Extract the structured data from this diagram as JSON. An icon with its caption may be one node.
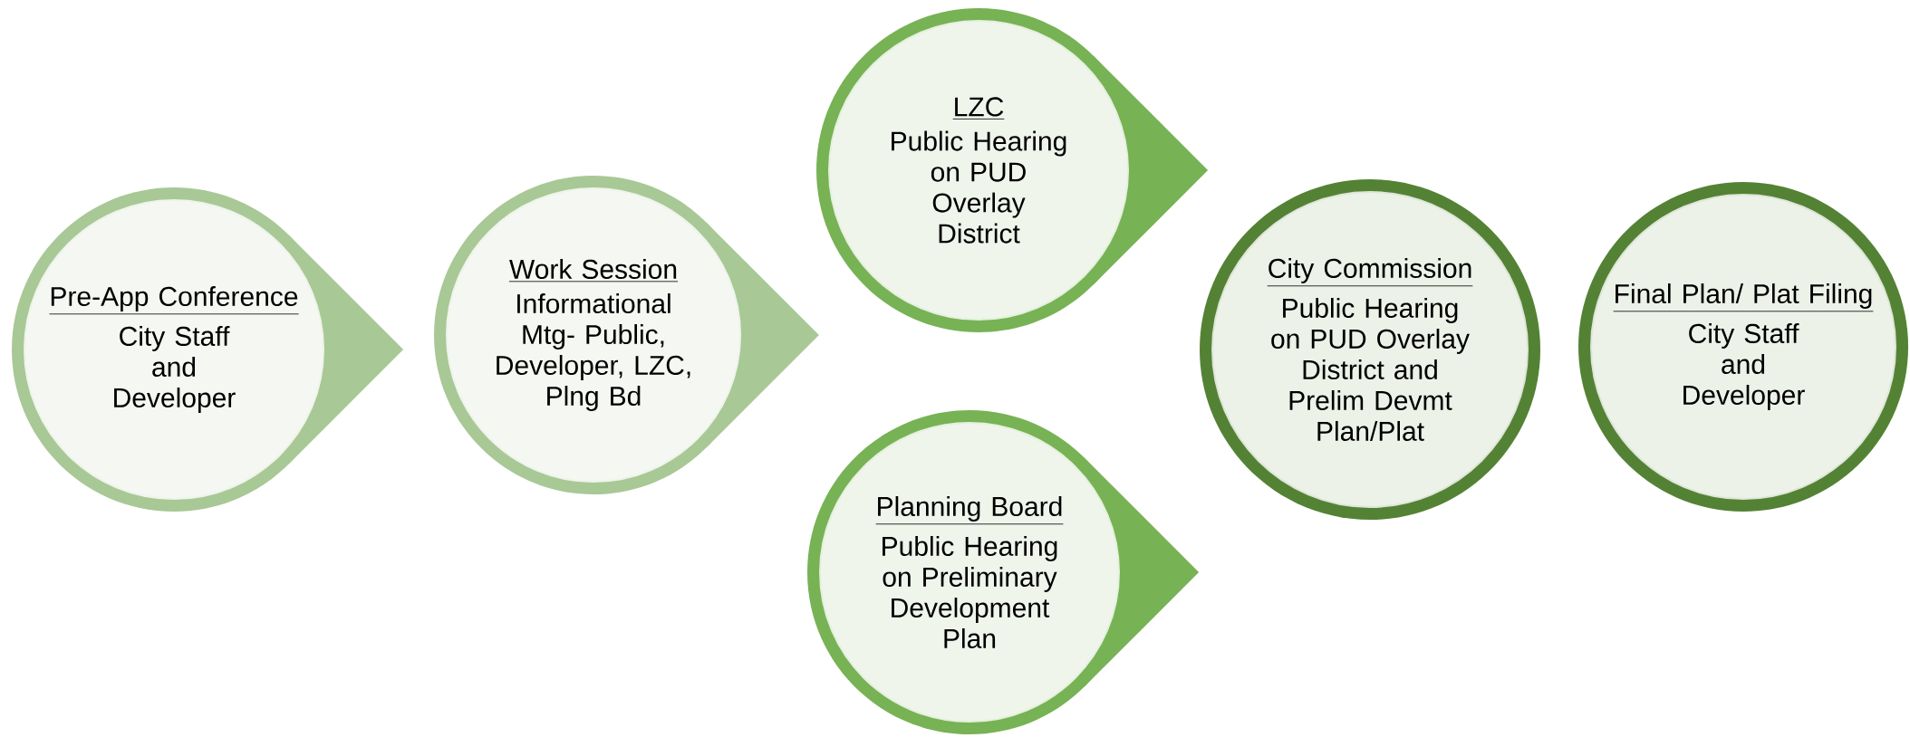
{
  "diagram": {
    "nodes": [
      {
        "text": [
          "Pre-App Conference",
          "City Staff and Developer"
        ]
      },
      {
        "text": [
          "Work Session",
          "Informational Mtg- Public, Developer, LZC, Plng Bd"
        ]
      },
      {
        "text": [
          "LZC",
          "Public Hearing on PUD Overlay District"
        ]
      },
      {
        "text": [
          "Planning Board",
          "Public Hearing on Preliminary Development Plan"
        ]
      },
      {
        "text": [
          "City Commission",
          "Public Hearing on PUD Overlay District and Prelim Devmt Plan/Plat"
        ]
      },
      {
        "text": [
          "Final Plan/ Plat Filing",
          "City Staff and Developer"
        ]
      }
    ]
  }
}
